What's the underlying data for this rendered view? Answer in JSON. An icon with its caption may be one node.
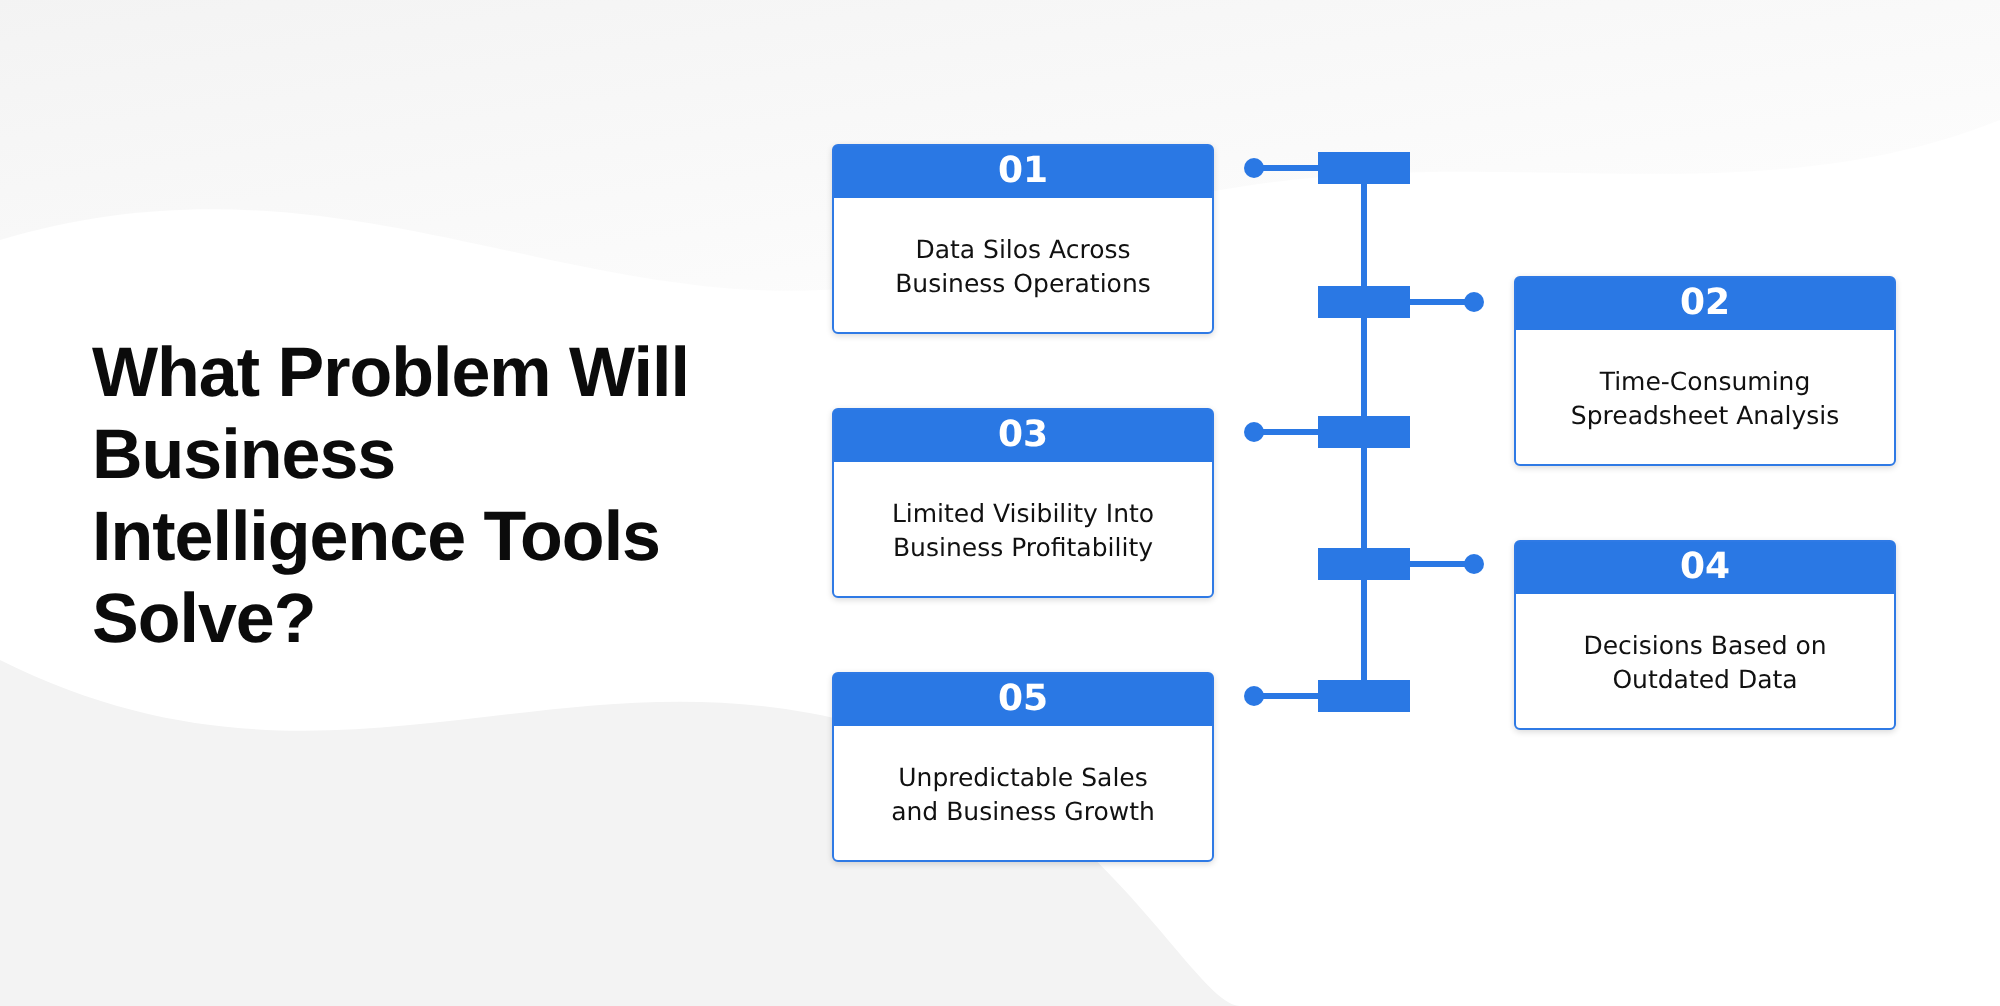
{
  "diagram": {
    "title": "What Problem Will Business Intelligence Tools Solve?",
    "nodes": [
      {
        "text": [
          "01",
          "Data Silos Across Business Operations"
        ]
      },
      {
        "text": [
          "02",
          "Time-Consuming Spreadsheet Analysis"
        ]
      },
      {
        "text": [
          "03",
          "Limited Visibility Into Business Profitability"
        ]
      },
      {
        "text": [
          "04",
          "Decisions Based on Outdated Data"
        ]
      },
      {
        "text": [
          "05",
          "Unpredictable Sales and Business Growth"
        ]
      },
      {
        "text": [],
        "shape": "bar"
      },
      {
        "text": [],
        "shape": "bar"
      },
      {
        "text": [],
        "shape": "bar"
      },
      {
        "text": [],
        "shape": "bar"
      },
      {
        "text": [],
        "shape": "bar"
      }
    ],
    "edges": [
      {
        "from": 5,
        "to": 0,
        "arrow": "other"
      },
      {
        "from": 6,
        "to": 1,
        "arrow": "other"
      },
      {
        "from": 7,
        "to": 2,
        "arrow": "other"
      },
      {
        "from": 8,
        "to": 3,
        "arrow": "other"
      },
      {
        "from": 9,
        "to": 4,
        "arrow": "other"
      },
      {
        "from": 5,
        "to": 6,
        "arrow": "none"
      },
      {
        "from": 6,
        "to": 7,
        "arrow": "none"
      },
      {
        "from": 7,
        "to": 8,
        "arrow": "none"
      },
      {
        "from": 8,
        "to": 9,
        "arrow": "none"
      }
    ]
  }
}
